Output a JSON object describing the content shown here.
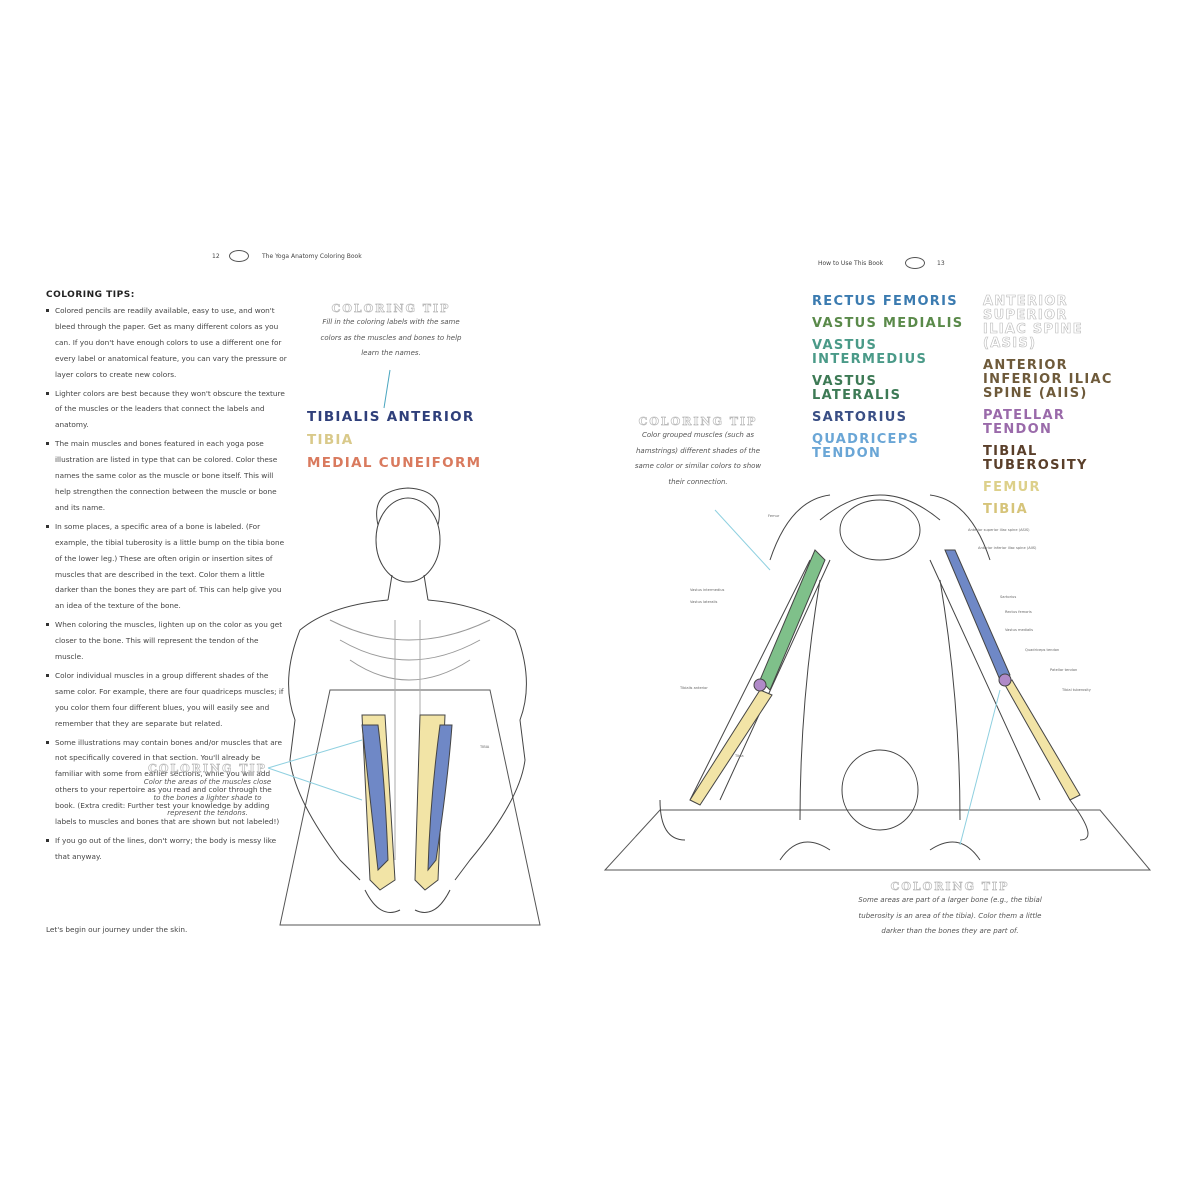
{
  "left_page": {
    "page_number": "12",
    "running_title": "The Yoga Anatomy Coloring Book",
    "tips_title": "COLORING TIPS:",
    "tips": [
      "Colored pencils are readily available, easy to use, and won't bleed through the paper. Get as many different colors as you can. If you don't have enough colors to use a different one for every label or anatomical feature, you can vary the pressure or layer colors to create new colors.",
      "Lighter colors are best because they won't obscure the texture of the muscles or the leaders that connect the labels and anatomy.",
      "The main muscles and bones featured in each yoga pose illustration are listed in type that can be colored. Color these names the same color as the muscle or bone itself. This will help strengthen the connection between the muscle or bone and its name.",
      "In some places, a specific area of a bone is labeled. (For example, the tibial tuberosity is a little bump on the tibia bone of the lower leg.) These are often origin or insertion sites of muscles that are described in the text. Color them a little darker than the bones they are part of. This can help give you an idea of the texture of the bone.",
      "When coloring the muscles, lighten up on the color as you get closer to the bone. This will represent the tendon of the muscle.",
      "Color individual muscles in a group different shades of the same color. For example, there are four quadriceps muscles; if you color them four different blues, you will easily see and remember that they are separate but related.",
      "Some illustrations may contain bones and/or muscles that are not specifically covered in that section. You'll already be familiar with some from earlier sections, while you will add others to your repertoire as you read and color through the book. (Extra credit: Further test your knowledge by adding labels to muscles and bones that are shown but not labeled!)",
      "If you go out of the lines, don't worry; the body is messy like that anyway."
    ],
    "outro": "Let's begin our journey under the skin.",
    "tip_top": {
      "heading": "COLORING TIP",
      "body": "Fill in the coloring labels with the same colors as the muscles and bones to help learn the names."
    },
    "tip_bottom": {
      "heading": "COLORING TIP",
      "body": "Color the areas of the muscles close to the bones a lighter shade to represent the tendons."
    },
    "labels": [
      {
        "text": "TIBIALIS ANTERIOR",
        "color": "#2f3f7a"
      },
      {
        "text": "TIBIA",
        "color": "#d9c98a"
      },
      {
        "text": "MEDIAL CUNEIFORM",
        "color": "#d97a5e"
      }
    ]
  },
  "right_page": {
    "page_number": "13",
    "running_title": "How to Use This Book",
    "tip_left": {
      "heading": "COLORING TIP",
      "body": "Color grouped muscles (such as hamstrings) different shades of the same color or similar colors to show their connection."
    },
    "tip_bottom": {
      "heading": "COLORING TIP",
      "body": "Some areas are part of a larger bone (e.g., the tibial tuberosity is an area of the tibia). Color them a little darker than the bones they are part of."
    },
    "labels_col1": [
      {
        "text": "RECTUS FEMORIS",
        "color": "#3b7bb0"
      },
      {
        "text": "VASTUS MEDIALIS",
        "color": "#5a8a4a"
      },
      {
        "text": "VASTUS INTERMEDIUS",
        "color": "#4a9a88"
      },
      {
        "text": "VASTUS LATERALIS",
        "color": "#3d7a55"
      },
      {
        "text": "SARTORIUS",
        "color": "#3a4f85"
      },
      {
        "text": "QUADRICEPS TENDON",
        "color": "#6aa6d6"
      }
    ],
    "labels_col2": [
      {
        "text": "ANTERIOR SUPERIOR ILIAC SPINE (ASIS)",
        "color": "#cccccc"
      },
      {
        "text": "ANTERIOR INFERIOR ILIAC SPINE (AIIS)",
        "color": "#6e5a3a"
      },
      {
        "text": "PATELLAR TENDON",
        "color": "#9a6aaa"
      },
      {
        "text": "TIBIAL TUBEROSITY",
        "color": "#5a3f2a"
      },
      {
        "text": "FEMUR",
        "color": "#ddd08a"
      },
      {
        "text": "TIBIA",
        "color": "#d6c47a"
      }
    ],
    "figure_labels": [
      "Femur",
      "Anterior superior iliac spine (ASIS)",
      "Anterior inferior iliac spine (AIIS)",
      "Sartorius",
      "Rectus femoris",
      "Vastus medialis",
      "Quadriceps tendon",
      "Patellar tendon",
      "Tibial tuberosity",
      "Vastus intermedius",
      "Vastus lateralis",
      "Tibialis anterior",
      "Tibia"
    ]
  },
  "colors": {
    "bone": "#f2e4a6",
    "muscle_blue": "#6f88c6",
    "muscle_green": "#7fc08a",
    "leader": "#8fd0e0"
  }
}
